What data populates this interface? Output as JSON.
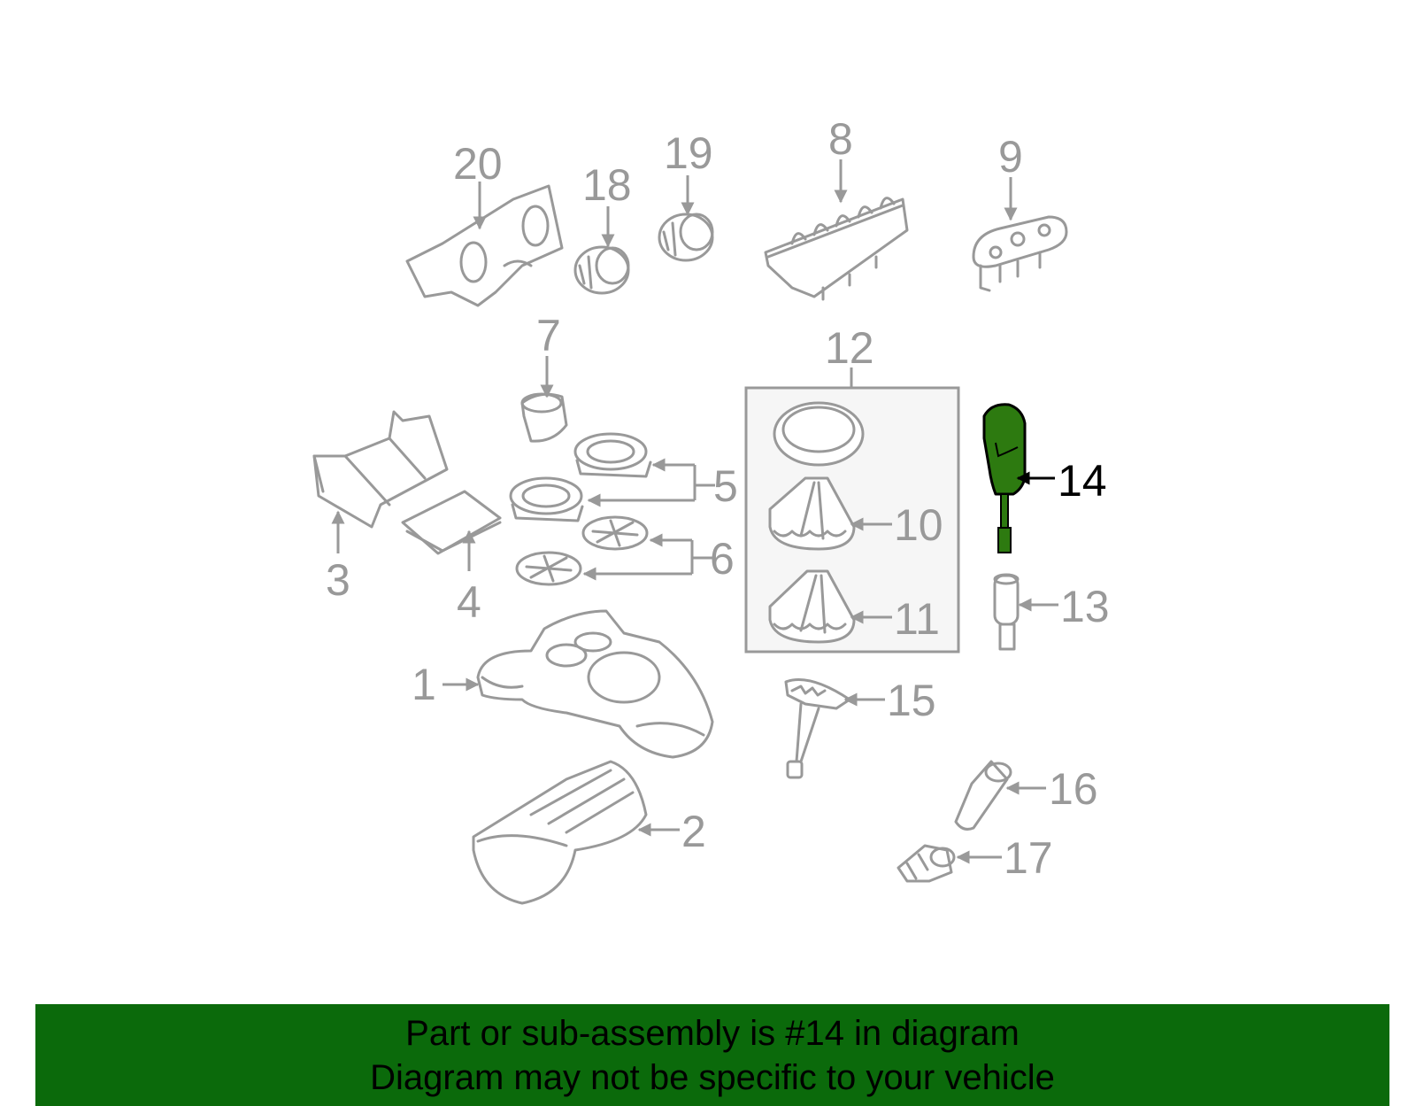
{
  "diagram": {
    "highlight_color": "#2d7a10",
    "part_color": "#999999",
    "labels": {
      "p1": "1",
      "p2": "2",
      "p3": "3",
      "p4": "4",
      "p5": "5",
      "p6": "6",
      "p7": "7",
      "p8": "8",
      "p9": "9",
      "p10": "10",
      "p11": "11",
      "p12": "12",
      "p13": "13",
      "p14": "14",
      "p15": "15",
      "p16": "16",
      "p17": "17",
      "p18": "18",
      "p19": "19",
      "p20": "20"
    },
    "highlighted_part": "14"
  },
  "banner": {
    "background": "#0b6a0b",
    "line1": "Part or sub-assembly is #14 in diagram",
    "line2": "Diagram may not be specific to your vehicle"
  }
}
